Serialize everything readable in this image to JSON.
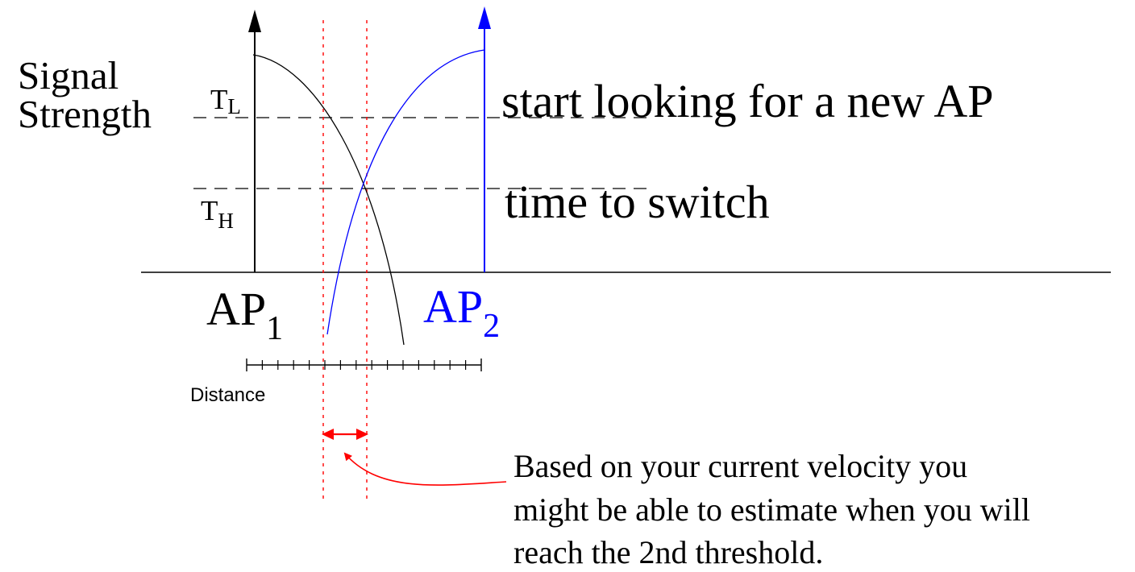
{
  "y_axis_label": {
    "line1": "Signal",
    "line2": "Strength"
  },
  "thresholds": {
    "low": {
      "base": "T",
      "sub": "L",
      "caption": "start looking for a new AP"
    },
    "high": {
      "base": "T",
      "sub": "H",
      "caption": "time to switch"
    }
  },
  "access_points": {
    "ap1": {
      "base": "AP",
      "sub": "1"
    },
    "ap2": {
      "base": "AP",
      "sub": "2"
    }
  },
  "distance_label": "Distance",
  "annotation": {
    "lines": [
      "Based on your current velocity you",
      "might be able to estimate when you will",
      "reach the 2nd threshold."
    ]
  },
  "colors": {
    "ap1_signal": "#000000",
    "ap2_signal": "#0000ff",
    "estimate_marker": "#ff0000",
    "thresholds": "#000000"
  },
  "icons": {
    "ap1_axis_head": "arrow-up-icon",
    "ap2_axis_head": "arrow-up-icon",
    "window_marker": "double-arrow-icon",
    "pointer": "curved-arrow-icon"
  }
}
